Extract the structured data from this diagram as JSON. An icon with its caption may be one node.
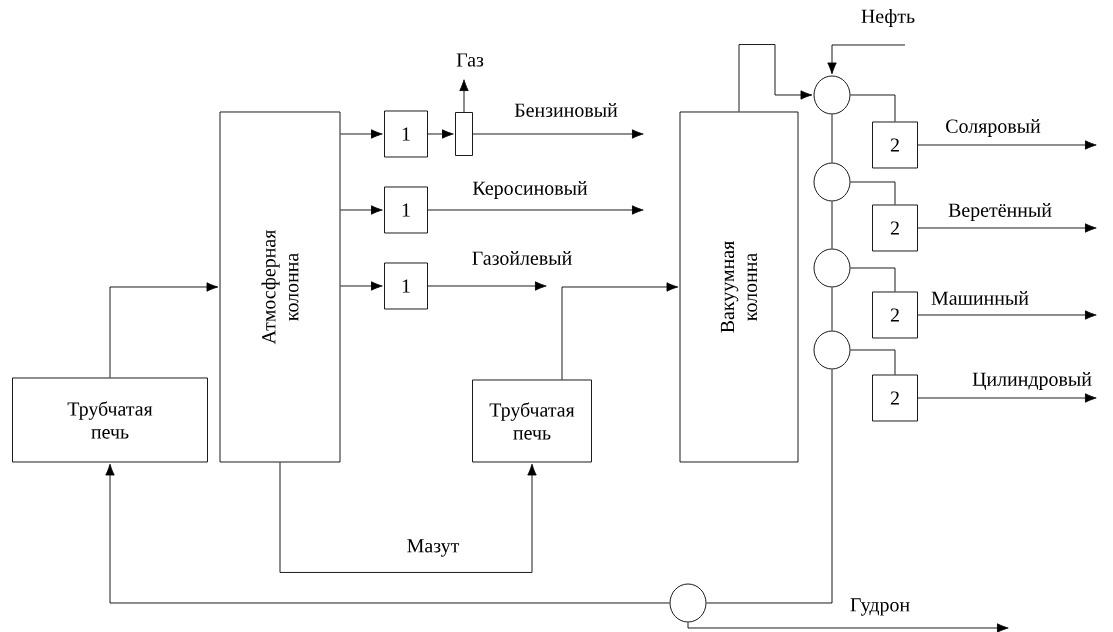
{
  "diagram": {
    "nodes": [
      {
        "text": [
          "Трубчатая печь"
        ]
      },
      {
        "text": [
          "Атмосферная колонна"
        ]
      },
      {
        "text": [
          "1"
        ]
      },
      {
        "text": [],
        "shape": "box"
      },
      {
        "text": [
          "1"
        ]
      },
      {
        "text": [
          "1"
        ]
      },
      {
        "text": [
          "Трубчатая печь"
        ]
      },
      {
        "text": [
          "Вакуумная колонна"
        ]
      },
      {
        "text": [],
        "shape": "circle"
      },
      {
        "text": [],
        "shape": "circle"
      },
      {
        "text": [],
        "shape": "circle"
      },
      {
        "text": [],
        "shape": "circle"
      },
      {
        "text": [
          "2"
        ]
      },
      {
        "text": [
          "2"
        ]
      },
      {
        "text": [
          "2"
        ]
      },
      {
        "text": [
          "2"
        ]
      },
      {
        "text": [],
        "shape": "circle"
      }
    ],
    "edges": [
      {
        "from": 16,
        "to": 0,
        "arrow": "to"
      },
      {
        "from": 0,
        "to": 1,
        "arrow": "to"
      },
      {
        "from": 1,
        "to": 2,
        "arrow": "to"
      },
      {
        "from": 2,
        "to": 3,
        "arrow": "to"
      },
      {
        "from": 3,
        "to": null,
        "arrow": "to",
        "label": "Бензиновый"
      },
      {
        "from": 3,
        "to": null,
        "arrow": "to",
        "label": "Газ"
      },
      {
        "from": 1,
        "to": 4,
        "arrow": "to"
      },
      {
        "from": 4,
        "to": null,
        "arrow": "to",
        "label": "Керосиновый"
      },
      {
        "from": 1,
        "to": 5,
        "arrow": "to"
      },
      {
        "from": 5,
        "to": null,
        "arrow": "to",
        "label": "Газойлевый"
      },
      {
        "from": 1,
        "to": 6,
        "arrow": "to",
        "label": "Мазут"
      },
      {
        "from": 6,
        "to": 7,
        "arrow": "to"
      },
      {
        "from": 7,
        "to": 8,
        "arrow": "to"
      },
      {
        "from": null,
        "to": 8,
        "arrow": "to",
        "label": "Нефть"
      },
      {
        "from": 8,
        "to": 9,
        "arrow": "none"
      },
      {
        "from": 9,
        "to": 10,
        "arrow": "none"
      },
      {
        "from": 10,
        "to": 11,
        "arrow": "none"
      },
      {
        "from": 11,
        "to": 16,
        "arrow": "none"
      },
      {
        "from": 8,
        "to": 12,
        "arrow": "none"
      },
      {
        "from": 9,
        "to": 13,
        "arrow": "none"
      },
      {
        "from": 10,
        "to": 14,
        "arrow": "none"
      },
      {
        "from": 11,
        "to": 15,
        "arrow": "none"
      },
      {
        "from": 12,
        "to": null,
        "arrow": "to",
        "label": "Соляровый"
      },
      {
        "from": 13,
        "to": null,
        "arrow": "to",
        "label": "Веретённый"
      },
      {
        "from": 14,
        "to": null,
        "arrow": "to",
        "label": "Машинный"
      },
      {
        "from": 15,
        "to": null,
        "arrow": "to",
        "label": "Цилиндровый"
      },
      {
        "from": 16,
        "to": null,
        "arrow": "to",
        "label": "Гудрон"
      }
    ]
  }
}
